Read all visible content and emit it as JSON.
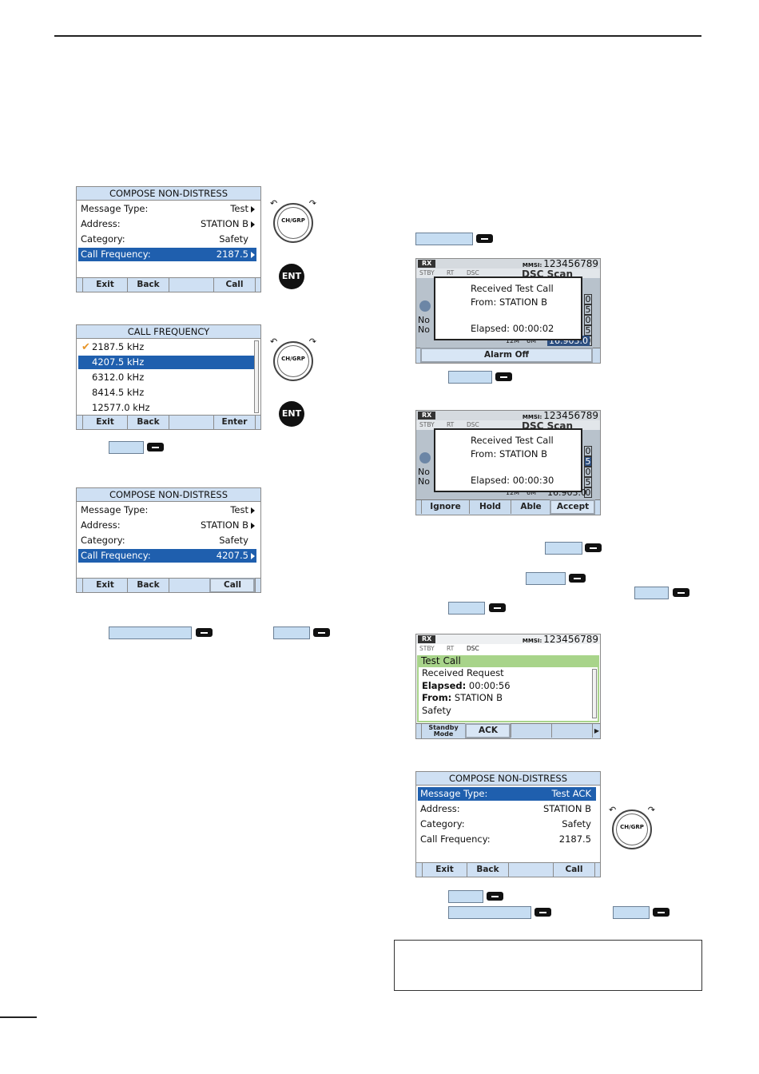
{
  "screen1": {
    "title": "COMPOSE NON-DISTRESS",
    "rows": [
      {
        "label": "Message Type:",
        "value": "Test"
      },
      {
        "label": "Address:",
        "value": "STATION B"
      },
      {
        "label": "Category:",
        "value": "Safety"
      },
      {
        "label": "Call Frequency:",
        "value": "2187.5"
      }
    ],
    "keys": [
      "Exit",
      "Back",
      "",
      "Call"
    ]
  },
  "screen2": {
    "title": "CALL FREQUENCY",
    "items": [
      "2187.5 kHz",
      "4207.5 kHz",
      "6312.0 kHz",
      "8414.5 kHz",
      "12577.0 kHz"
    ],
    "keys": [
      "Exit",
      "Back",
      "",
      "Enter"
    ]
  },
  "screen3": {
    "title": "COMPOSE NON-DISTRESS",
    "rows": [
      {
        "label": "Message Type:",
        "value": "Test"
      },
      {
        "label": "Address:",
        "value": "STATION B"
      },
      {
        "label": "Category:",
        "value": "Safety"
      },
      {
        "label": "Call Frequency:",
        "value": "4207.5"
      }
    ],
    "keys": [
      "Exit",
      "Back",
      "",
      "Call"
    ]
  },
  "knob_label": "CH/GRP",
  "ent_label": "ENT",
  "radio1": {
    "rx": "RX",
    "mmsi_prefix": "MMSI:",
    "mmsi": "123456789",
    "modes": [
      "STBY",
      "RT",
      "DSC"
    ],
    "line1": "Received Test Call",
    "line2": "From: STATION B",
    "elapsed": "Elapsed: 00:00:02",
    "bg_title": "DSC Scan",
    "bg_no1": "No",
    "bg_no2": "No",
    "bg_freq": "16.903.0",
    "bg_digits": [
      "0",
      "5",
      "0",
      "5",
      "0"
    ],
    "bg_m1": "12M",
    "bg_m2": "6M",
    "button": "Alarm Off"
  },
  "radio2": {
    "rx": "RX",
    "mmsi_prefix": "MMSI:",
    "mmsi": "123456789",
    "modes": [
      "STBY",
      "RT",
      "DSC"
    ],
    "line1": "Received Test Call",
    "line2": "From: STATION B",
    "elapsed": "Elapsed: 00:00:30",
    "bg_title": "DSC Scan",
    "bg_no1": "No",
    "bg_no2": "No",
    "bg_freq": "16.903.0",
    "bg_digits": [
      "0",
      "5",
      "0",
      "5",
      "0"
    ],
    "bg_m1": "12M",
    "bg_m2": "6M",
    "keys": [
      "Ignore",
      "Hold",
      "Able",
      "Accept"
    ]
  },
  "radio3": {
    "rx": "RX",
    "mmsi_prefix": "MMSI:",
    "mmsi": "123456789",
    "modes": [
      "STBY",
      "RT",
      "DSC"
    ],
    "header": "Test Call",
    "lines": [
      {
        "bold": "",
        "text": "Received Request"
      },
      {
        "bold": "Elapsed:",
        "text": " 00:00:56"
      },
      {
        "bold": "From:",
        "text": " STATION B"
      },
      {
        "bold": "",
        "text": "Safety"
      }
    ],
    "key1a": "Standby",
    "key1b": "Mode",
    "key2": "ACK"
  },
  "screen4": {
    "title": "COMPOSE NON-DISTRESS",
    "rows": [
      {
        "label": "Message Type:",
        "value": "Test ACK"
      },
      {
        "label": "Address:",
        "value": "STATION B"
      },
      {
        "label": "Category:",
        "value": "Safety"
      },
      {
        "label": "Call Frequency:",
        "value": "2187.5"
      }
    ],
    "keys": [
      "Exit",
      "Back",
      "",
      "Call"
    ]
  },
  "colors": {
    "accent": "#1f5fae",
    "title_bar": "#cfe0f3",
    "ack_green": "#a8d48a"
  }
}
